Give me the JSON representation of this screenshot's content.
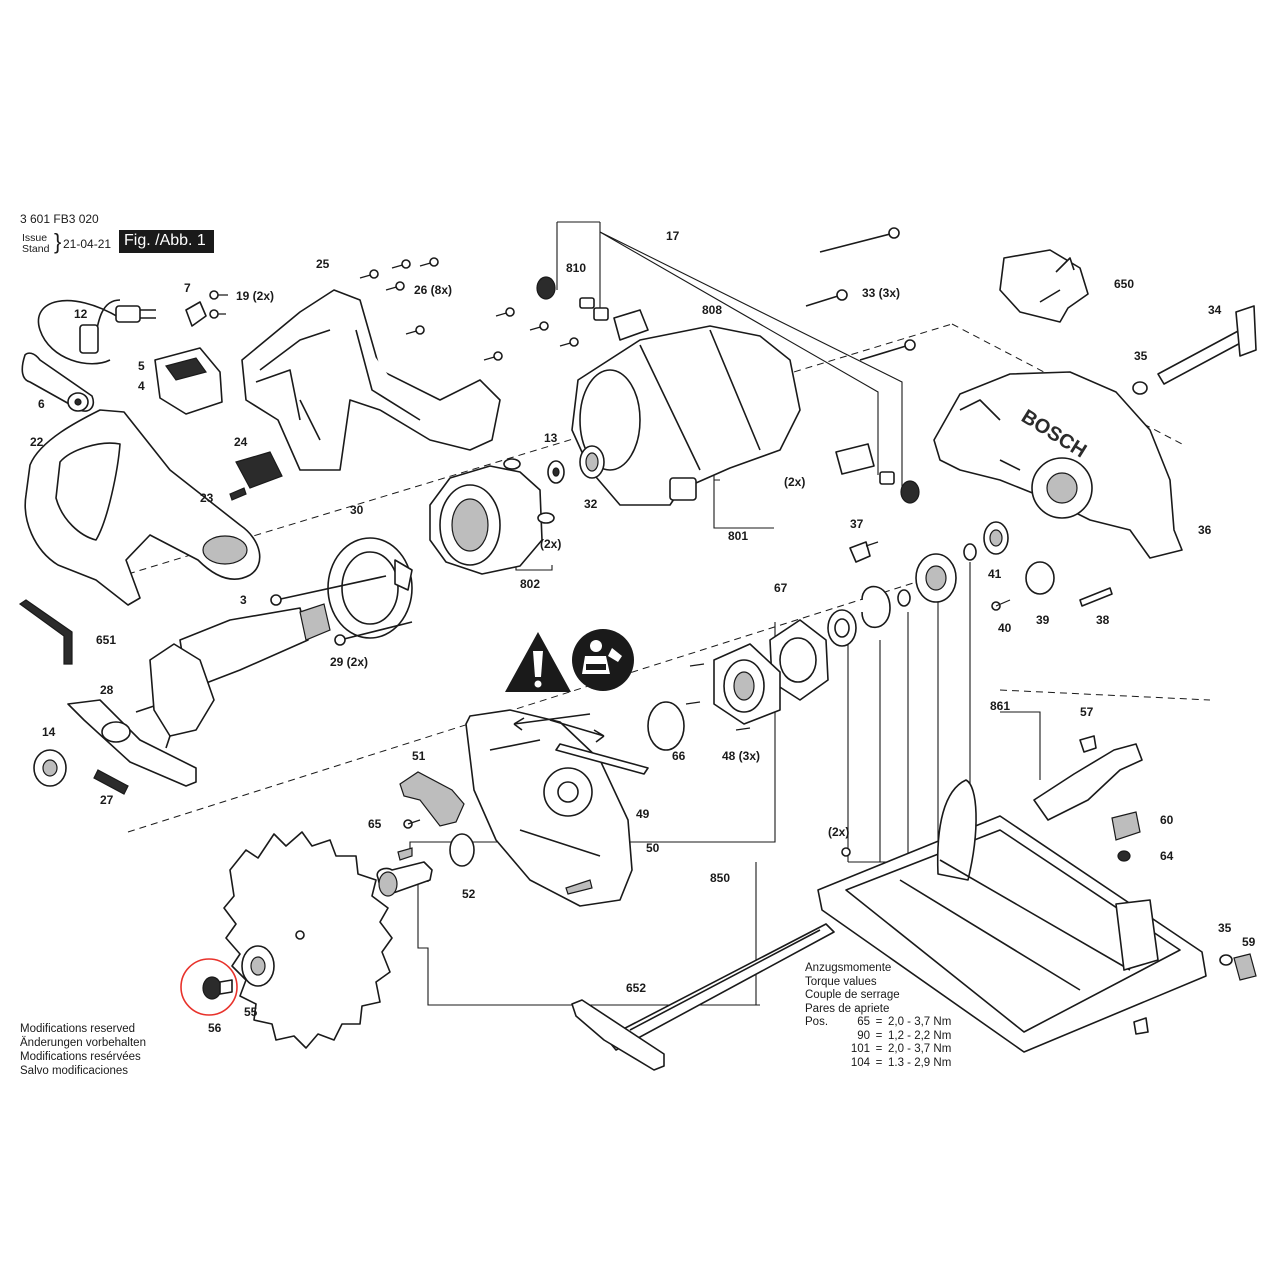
{
  "header": {
    "doc_number": "3 601 FB3 020",
    "issue_label": "Issue",
    "stand_label": "Stand",
    "issue_date": "21-04-21",
    "figure_label": "Fig. /Abb. 1"
  },
  "modifications": [
    "Modifications reserved",
    "Änderungen vorbehalten",
    "Modifications resérvées",
    "Salvo modificaciones"
  ],
  "torque": {
    "titles": [
      "Anzugsmomente",
      "Torque values",
      "Couple de serrage",
      "Pares de apriete"
    ],
    "pos_label": "Pos.",
    "rows": [
      {
        "pos": "65",
        "eq": "=",
        "value": "2,0 - 3,7 Nm"
      },
      {
        "pos": "90",
        "eq": "=",
        "value": "1,2 - 2,2 Nm"
      },
      {
        "pos": "101",
        "eq": "=",
        "value": "2,0 - 3,7 Nm"
      },
      {
        "pos": "104",
        "eq": "=",
        "value": "1.3 - 2,9 Nm"
      }
    ]
  },
  "brand_mark": "BOSCH",
  "highlighted_part": "56",
  "colors": {
    "ink": "#1a1a1a",
    "highlight": "#e8322b",
    "background": "#ffffff"
  },
  "icons": [
    "warning-triangle-icon",
    "read-manual-icon"
  ],
  "callouts": {
    "c1": "17",
    "c2": "810",
    "c3": "808",
    "c4": "650",
    "c5": "34",
    "c6": "35",
    "c7": "25",
    "c8": "7",
    "c9": "19 (2x)",
    "c10": "26 (8x)",
    "c11": "33 (3x)",
    "c12": "12",
    "c13": "5",
    "c14": "4",
    "c15": "6",
    "c16": "22",
    "c17": "24",
    "c18": "23",
    "c19": "13",
    "c20": "32",
    "c21": "(2x)",
    "c22": "801",
    "c23": "36",
    "c24": "30",
    "c25": "(2x)",
    "c26": "802",
    "c27": "37",
    "c28": "41",
    "c29": "40",
    "c30": "39",
    "c31": "38",
    "c32": "3",
    "c33": "651",
    "c34": "29 (2x)",
    "c35": "67",
    "c36": "28",
    "c37": "14",
    "c38": "27",
    "c39": "48 (3x)",
    "c40": "66",
    "c41": "49",
    "c42": "861",
    "c43": "57",
    "c44": "51",
    "c45": "65",
    "c46": "50",
    "c47": "52",
    "c48": "850",
    "c49": "(2x)",
    "c50": "60",
    "c51": "64",
    "c52": "35",
    "c53": "59",
    "c54": "56",
    "c55": "55",
    "c56": "652"
  }
}
